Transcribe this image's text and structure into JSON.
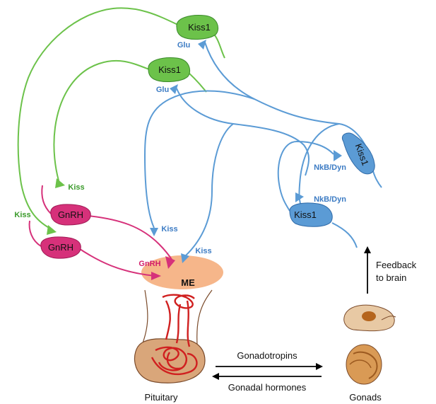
{
  "neurons": {
    "kiss1_green_top": "Kiss1",
    "kiss1_green_mid": "Kiss1",
    "kiss1_blue_right": "Kiss1",
    "kiss1_blue_lower": "Kiss1",
    "gnrh_top": "GnRH",
    "gnrh_bottom": "GnRH"
  },
  "synapses": {
    "glu_top": "Glu",
    "glu_mid": "Glu",
    "nkb_dyn_upper": "NkB/Dyn",
    "nkb_dyn_lower": "NkB/Dyn",
    "kiss_green_upper": "Kiss",
    "kiss_green_lower": "Kiss",
    "kiss_blue_upper": "Kiss",
    "kiss_blue_lower": "Kiss",
    "gnrh_me": "GnRH"
  },
  "regions": {
    "me": "ME",
    "pituitary": "Pituitary",
    "gonads": "Gonads"
  },
  "arrows": {
    "feedback_line1": "Feedback",
    "feedback_line2": "to brain",
    "gonadotropins": "Gonadotropins",
    "gonadal_hormones": "Gonadal hormones"
  },
  "colors": {
    "green": "#6cc24a",
    "blue": "#5b9bd5",
    "pink": "#d6317a",
    "me_fill": "#f6b68a",
    "vessel": "#d02020",
    "pituitary_fill": "#d9a67a"
  }
}
